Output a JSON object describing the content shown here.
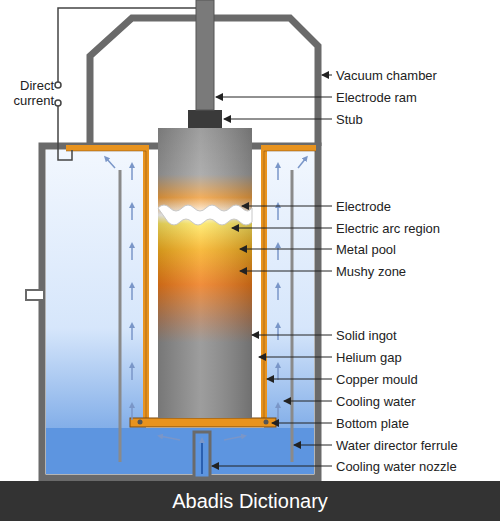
{
  "diagram": {
    "labels": [
      "Direct current",
      "Vacuum chamber",
      "Electrode ram",
      "Stub",
      "Electrode",
      "Electric arc region",
      "Metal pool",
      "Mushy zone",
      "Solid ingot",
      "Helium gap",
      "Copper mould",
      "Cooling water",
      "Bottom plate",
      "Water director ferrule",
      "Cooling water nozzle",
      "Abadis Dictionary"
    ]
  }
}
